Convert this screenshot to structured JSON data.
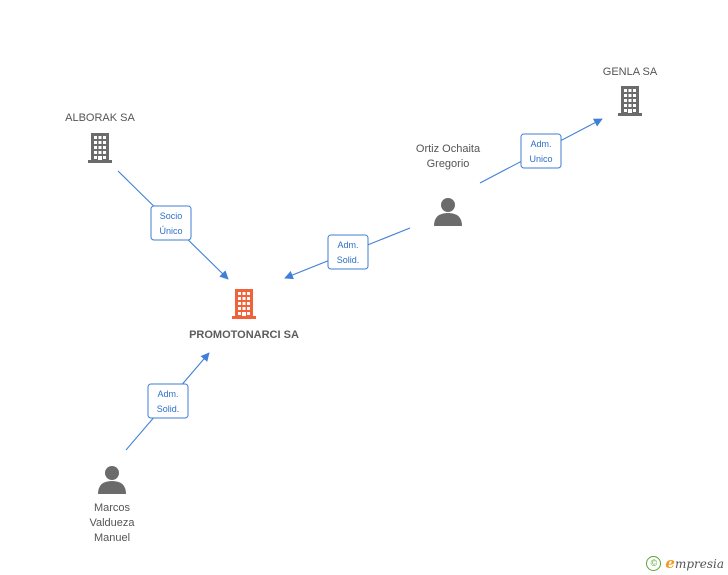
{
  "nodes": [
    {
      "id": "promotonarci",
      "type": "company",
      "highlight": true,
      "lines": [
        "PROMOTONARCI SA"
      ]
    },
    {
      "id": "alborak",
      "type": "company",
      "highlight": false,
      "lines": [
        "ALBORAK SA"
      ]
    },
    {
      "id": "genla",
      "type": "company",
      "highlight": false,
      "lines": [
        "GENLA SA"
      ]
    },
    {
      "id": "ortiz",
      "type": "person",
      "lines": [
        "Ortiz Ochaita",
        "Gregorio"
      ]
    },
    {
      "id": "marcos",
      "type": "person",
      "lines": [
        "Marcos",
        "Valdueza",
        "Manuel"
      ]
    }
  ],
  "edges": [
    {
      "from": "alborak",
      "to": "promotonarci",
      "lines": [
        "Socio",
        "Único"
      ]
    },
    {
      "from": "ortiz",
      "to": "promotonarci",
      "lines": [
        "Adm.",
        "Solid."
      ]
    },
    {
      "from": "ortiz",
      "to": "genla",
      "lines": [
        "Adm.",
        "Unico"
      ]
    },
    {
      "from": "marcos",
      "to": "promotonarci",
      "lines": [
        "Adm.",
        "Solid."
      ]
    }
  ],
  "colors": {
    "edge": "#3f7fd6",
    "company_icon": "#6b6b6b",
    "company_icon_highlight": "#f0623a",
    "person_icon": "#6b6b6b",
    "watermark": "#5aa532"
  },
  "watermark": {
    "copyright_symbol": "©",
    "brand_initial": "e",
    "brand_rest": "mpresia"
  }
}
